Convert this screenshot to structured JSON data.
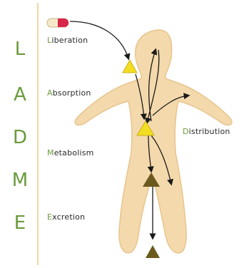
{
  "letters": [
    "L",
    "A",
    "D",
    "M",
    "E"
  ],
  "stages": {
    "liberation": {
      "initial": "L",
      "rest": "iberation"
    },
    "absorption": {
      "initial": "A",
      "rest": "bsorption"
    },
    "distribution": {
      "initial": "D",
      "rest": "istribution"
    },
    "metabolism": {
      "initial": "M",
      "rest": "etabolism"
    },
    "excretion": {
      "initial": "E",
      "rest": "xcretion"
    }
  },
  "colors": {
    "body": "#f4d9ac",
    "body_outline": "#e8c48d",
    "letter": "#6a9a3a",
    "triangle_yellow": "#f2dd22",
    "triangle_dark": "#6b5a1e",
    "pill_red": "#d8264a",
    "pill_cream": "#f4e9c9"
  }
}
